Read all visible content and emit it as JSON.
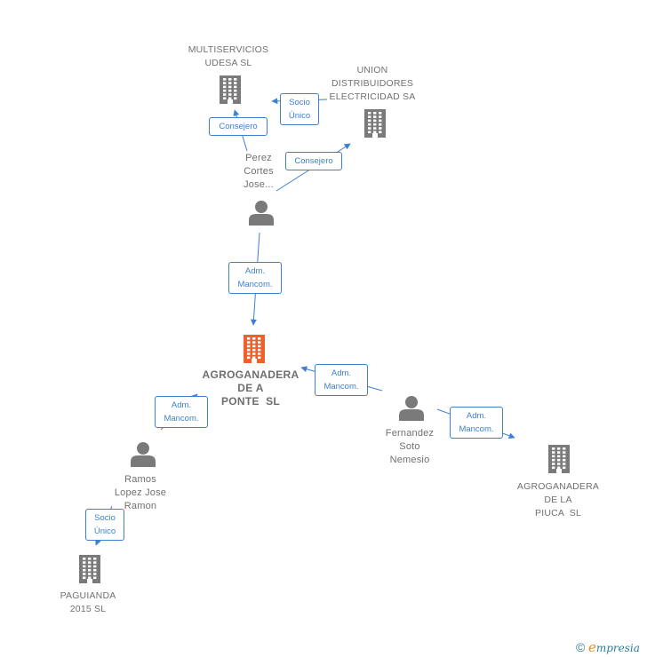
{
  "nodes": {
    "multiservicios": {
      "lines": [
        "MULTISERVICIOS",
        "UDESA SL"
      ],
      "kind": "company"
    },
    "union": {
      "lines": [
        "UNION",
        "DISTRIBUIDORES",
        "ELECTRICIDAD SA"
      ],
      "kind": "company"
    },
    "perez": {
      "lines": [
        "Perez",
        "Cortes",
        "Jose..."
      ],
      "kind": "person"
    },
    "agroganadera_ponte": {
      "lines": [
        "AGROGANADERA",
        "DE A",
        "PONTE  SL"
      ],
      "kind": "company",
      "highlight": true
    },
    "fernandez": {
      "lines": [
        "Fernandez",
        "Soto",
        "Nemesio"
      ],
      "kind": "person"
    },
    "agroganadera_piuca": {
      "lines": [
        "AGROGANADERA",
        "DE LA",
        "PIUCA  SL"
      ],
      "kind": "company"
    },
    "ramos": {
      "lines": [
        "Ramos",
        "Lopez Jose",
        "Ramon"
      ],
      "kind": "person"
    },
    "paguianda": {
      "lines": [
        "PAGUIANDA",
        "2015 SL"
      ],
      "kind": "company"
    }
  },
  "edges": [
    {
      "from": "perez",
      "to": "multiservicios",
      "label": [
        "Consejero"
      ]
    },
    {
      "from": "union",
      "to": "multiservicios",
      "label": [
        "Socio",
        "Único"
      ]
    },
    {
      "from": "perez",
      "to": "union",
      "label": [
        "Consejero"
      ]
    },
    {
      "from": "perez",
      "to": "agroganadera_ponte",
      "label": [
        "Adm.",
        "Mancom."
      ]
    },
    {
      "from": "fernandez",
      "to": "agroganadera_ponte",
      "label": [
        "Adm.",
        "Mancom."
      ]
    },
    {
      "from": "fernandez",
      "to": "agroganadera_piuca",
      "label": [
        "Adm.",
        "Mancom."
      ]
    },
    {
      "from": "ramos",
      "to": "agroganadera_ponte",
      "label": [
        "Adm.",
        "Mancom."
      ]
    },
    {
      "from": "ramos",
      "to": "paguianda",
      "label": [
        "Socio",
        "Único"
      ]
    }
  ],
  "colors": {
    "edge": "#3d7fd1",
    "icon": "#7a7a7a",
    "highlight": "#f0602a",
    "text": "#707070"
  },
  "brand": {
    "copyright": "©",
    "first_letter": "e",
    "rest": "mpresia"
  }
}
